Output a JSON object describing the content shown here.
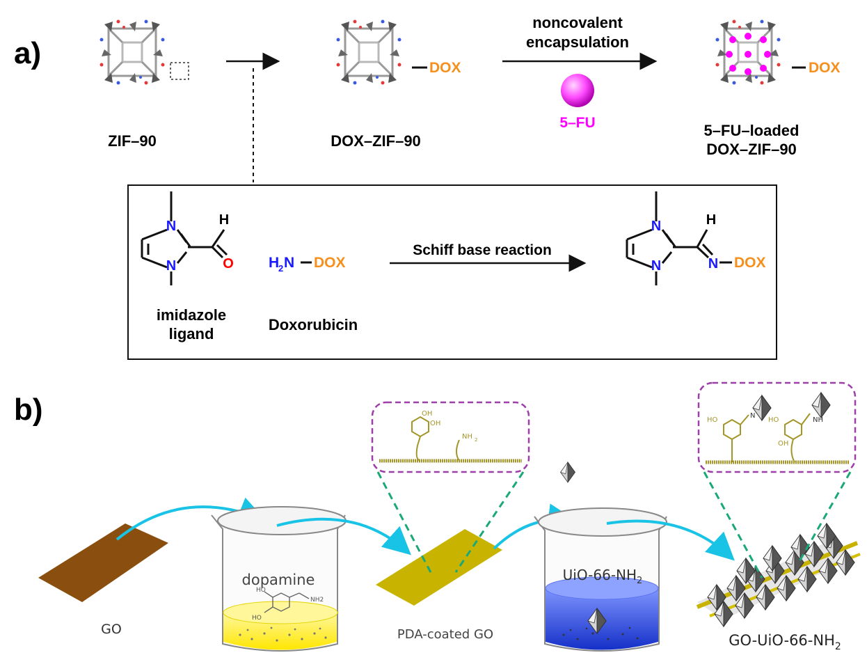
{
  "panel_a": {
    "label": "a)",
    "zif_label": "ZIF–90",
    "dox_zif_label": "DOX–ZIF–90",
    "dox_tag": "DOX",
    "arrow_text_1": "noncovalent",
    "arrow_text_2": "encapsulation",
    "fu_label": "5–FU",
    "loaded_label_1": "5–FU–loaded",
    "loaded_label_2": "DOX–ZIF–90",
    "dox_tag_2": "DOX",
    "box": {
      "n_top": "N",
      "n_bottom": "N",
      "h": "H",
      "o": "O",
      "h2n": "H",
      "h2n_sub": "2",
      "n_amine": "N",
      "dox_amine": "DOX",
      "reaction": "Schiff base reaction",
      "prod_n_top": "N",
      "prod_n_bottom": "N",
      "prod_h": "H",
      "prod_n_imine": "N",
      "prod_dox": "DOX",
      "ligand_1": "imidazole",
      "ligand_2": "ligand",
      "doxorubicin": "Doxorubicin"
    },
    "colors": {
      "dox": "#f5901e",
      "fu": "#ff00ff",
      "nitrogen": "#1a1aff",
      "oxygen": "#ff0000"
    }
  },
  "panel_b": {
    "label": "b)",
    "go_label": "GO",
    "dopamine_label": "dopamine",
    "pda_label": "PDA-coated GO",
    "uio_label": "UiO-66-NH",
    "uio_sub": "2",
    "final_label": "GO-UiO-66-NH",
    "final_sub": "2",
    "struct_oh_1": "OH",
    "struct_oh_2": "OH",
    "struct_nh2": "NH",
    "struct_nh2_sub": "2",
    "struct_ho_1": "HO",
    "struct_n": "N",
    "struct_ho_2": "HO",
    "struct_oh_3": "OH",
    "struct_nh": "NH",
    "beaker_ho": "HO",
    "beaker_ho_2": "HO",
    "beaker_nh2": "NH2",
    "colors": {
      "go": "#8a4e0e",
      "pda": "#c8b400",
      "dopamine": "#ffee33",
      "uio": "#1f3bd6",
      "arrow": "#19c3e6",
      "dash": "#1aa87a",
      "frame": "#9c3fa8",
      "olive": "#a39528"
    }
  }
}
